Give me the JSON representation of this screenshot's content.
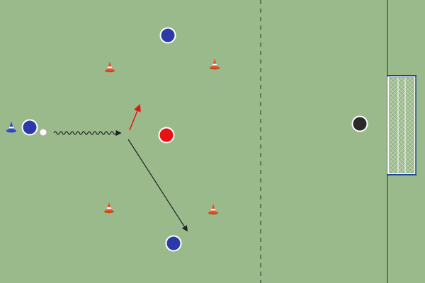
{
  "pitch": {
    "grass_color": "#9aba8c",
    "line_color": "#3a4a38",
    "divider_style": "dashed"
  },
  "players": [
    {
      "id": "blue-top",
      "team": "blue",
      "color": "#2b3aa8"
    },
    {
      "id": "blue-start",
      "team": "blue",
      "color": "#2b3aa8"
    },
    {
      "id": "blue-bottom",
      "team": "blue",
      "color": "#2b3aa8"
    },
    {
      "id": "red-defender",
      "team": "red",
      "color": "#e81212"
    },
    {
      "id": "goalkeeper",
      "team": "black",
      "color": "#2a2a2a"
    }
  ],
  "cones": {
    "color": "#e0562a",
    "count": 4
  },
  "marker_cone": {
    "color": "#2d49c8"
  },
  "ball": {
    "color": "#ffffff"
  },
  "goal": {
    "frame_color": "#1e44a0",
    "net_color": "#ffffff"
  },
  "movements": [
    {
      "type": "dribble",
      "color": "#222222"
    },
    {
      "type": "pass",
      "color": "#222222"
    },
    {
      "type": "run",
      "color": "#e81212"
    }
  ]
}
